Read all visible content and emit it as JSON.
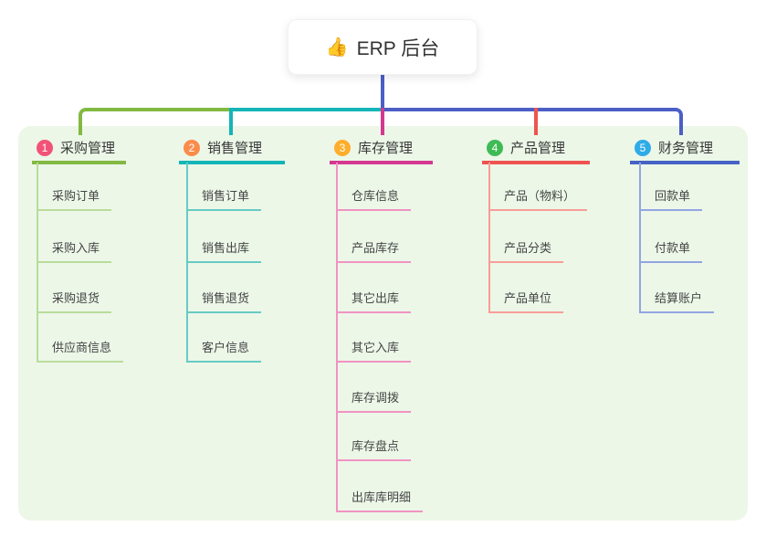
{
  "root": {
    "icon": "👍",
    "label": "ERP 后台"
  },
  "canvas": {
    "background_color": "#ffffff",
    "panel_color": "#ecf7e8",
    "root_connector_color": "#4b5fc6"
  },
  "branches": [
    {
      "badge": "1",
      "label": "采购管理",
      "badge_color": "#f25278",
      "line_color": "#82b942",
      "child_line_color": "#b9dc9b",
      "children": [
        "采购订单",
        "采购入库",
        "采购退货",
        "供应商信息"
      ]
    },
    {
      "badge": "2",
      "label": "销售管理",
      "badge_color": "#fa8c4b",
      "line_color": "#14b5b7",
      "child_line_color": "#67cbc3",
      "children": [
        "销售订单",
        "销售出库",
        "销售退货",
        "客户信息"
      ]
    },
    {
      "badge": "3",
      "label": "库存管理",
      "badge_color": "#ffae2b",
      "line_color": "#d4388f",
      "child_line_color": "#f193c2",
      "children": [
        "仓库信息",
        "产品库存",
        "其它出库",
        "其它入库",
        "库存调拨",
        "库存盘点",
        "出库库明细"
      ]
    },
    {
      "badge": "4",
      "label": "产品管理",
      "badge_color": "#3fbb56",
      "line_color": "#ef5350",
      "child_line_color": "#f89d97",
      "children": [
        "产品（物料）",
        "产品分类",
        "产品单位"
      ]
    },
    {
      "badge": "5",
      "label": "财务管理",
      "badge_color": "#2fabe8",
      "line_color": "#4562c5",
      "child_line_color": "#92a5e2",
      "children": [
        "回款单",
        "付款单",
        "结算账户"
      ]
    }
  ]
}
